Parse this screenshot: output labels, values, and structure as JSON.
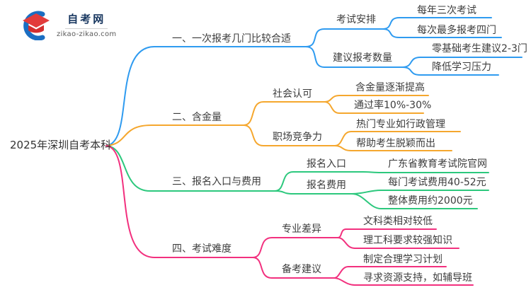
{
  "logo": {
    "title": "自考网",
    "domain": "zikao-zikao.com"
  },
  "root": {
    "label": "2025年深圳自考本科"
  },
  "branches": [
    {
      "label": "一、一次报考几门比较合适",
      "color": "#2f9bf0",
      "children": [
        {
          "label": "考试安排",
          "children": [
            {
              "label": "每年三次考试"
            },
            {
              "label": "每次最多报考四门"
            }
          ]
        },
        {
          "label": "建议报考数量",
          "children": [
            {
              "label": "零基础考生建议2-3门"
            },
            {
              "label": "降低学习压力"
            }
          ]
        }
      ]
    },
    {
      "label": "二、含金量",
      "color": "#f5a72e",
      "children": [
        {
          "label": "社会认可",
          "children": [
            {
              "label": "含金量逐渐提高"
            },
            {
              "label": "通过率10%-30%"
            }
          ]
        },
        {
          "label": "职场竞争力",
          "children": [
            {
              "label": "热门专业如行政管理"
            },
            {
              "label": "帮助考生脱颖而出"
            }
          ]
        }
      ]
    },
    {
      "label": "三、报名入口与费用",
      "color": "#2cc87d",
      "children": [
        {
          "label": "报名入口",
          "children": [
            {
              "label": "广东省教育考试院官网"
            }
          ]
        },
        {
          "label": "报名费用",
          "children": [
            {
              "label": "每门考试费用40-52元"
            },
            {
              "label": "整体费用约2000元"
            }
          ]
        }
      ]
    },
    {
      "label": "四、考试难度",
      "color": "#f2307e",
      "children": [
        {
          "label": "专业差异",
          "children": [
            {
              "label": "文科类相对较低"
            },
            {
              "label": "理工科要求较强知识"
            }
          ]
        },
        {
          "label": "备考建议",
          "children": [
            {
              "label": "制定合理学习计划"
            },
            {
              "label": "寻求资源支持，如辅导班"
            }
          ]
        }
      ]
    }
  ]
}
